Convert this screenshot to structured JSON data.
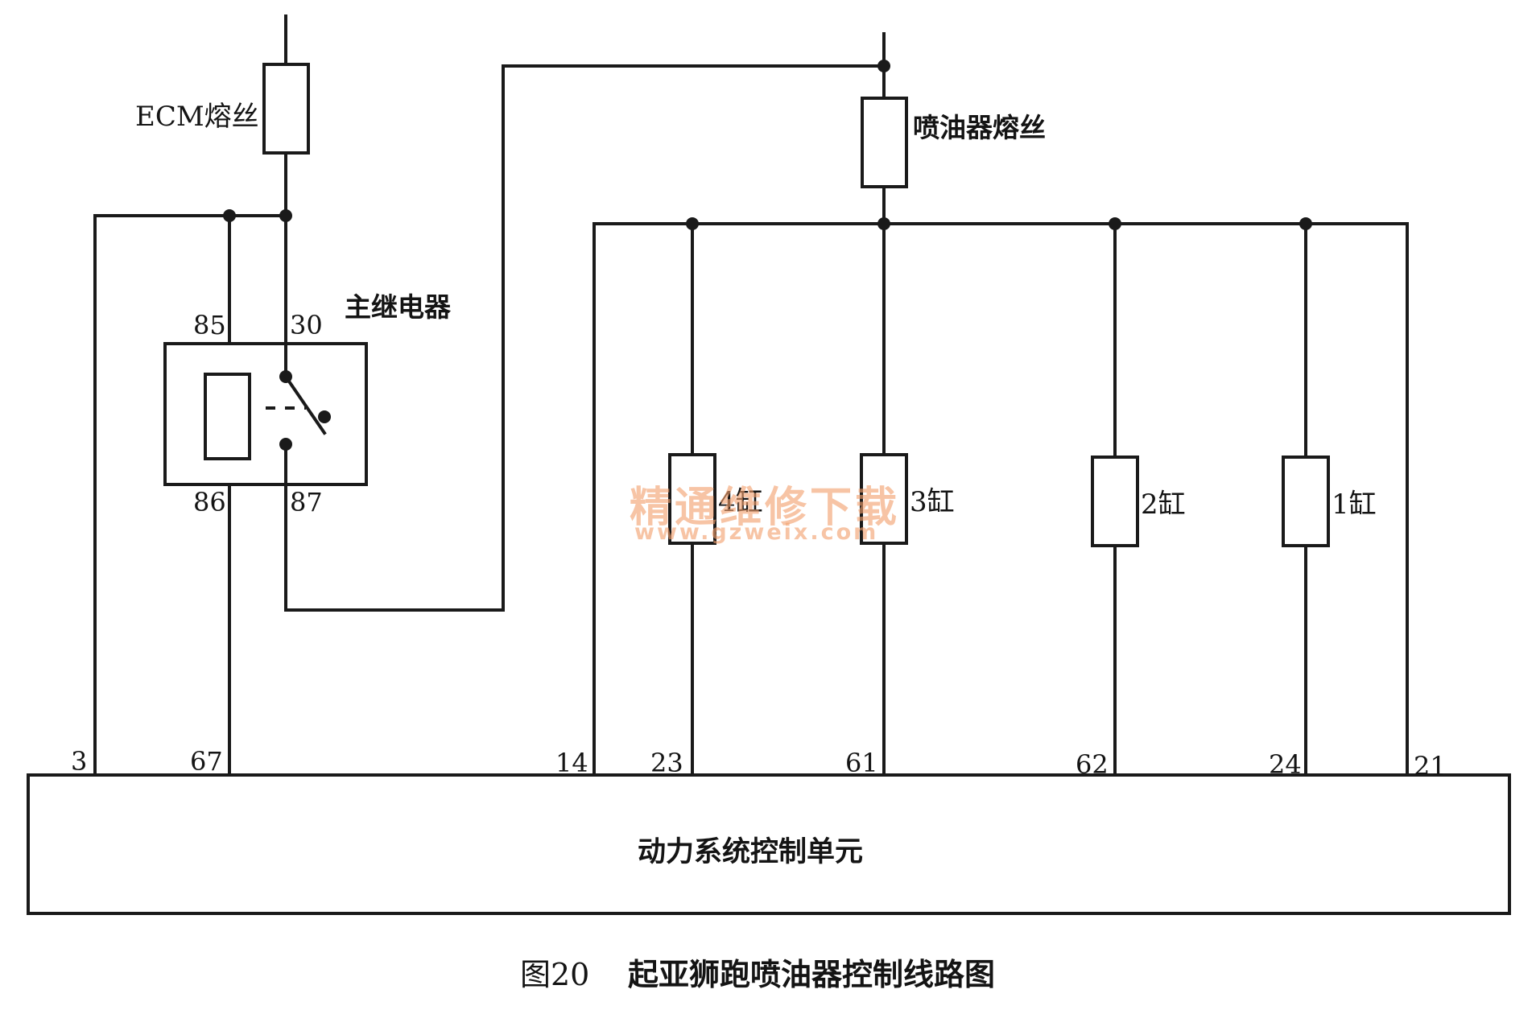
{
  "fuses": {
    "ecm_fuse": "ECM熔丝",
    "injector_fuse": "喷油器熔丝"
  },
  "relay": {
    "title": "主继电器",
    "pin_85": "85",
    "pin_30": "30",
    "pin_86": "86",
    "pin_87": "87"
  },
  "injectors": [
    {
      "label": "4缸",
      "pin": "23"
    },
    {
      "label": "3缸",
      "pin": "61"
    },
    {
      "label": "2缸",
      "pin": "62"
    },
    {
      "label": "1缸",
      "pin": "24"
    }
  ],
  "ecu": {
    "title": "动力系统控制单元",
    "pin_3": "3",
    "pin_67": "67",
    "pin_14": "14",
    "pin_21": "21"
  },
  "caption": {
    "figure_no": "图20",
    "title": "起亚狮跑喷油器控制线路图"
  },
  "watermark": {
    "cn": "精通维修下载",
    "url": "www.gzweix.com"
  },
  "colors": {
    "line": "#1a1a1a",
    "watermark": "#f2a06e"
  }
}
